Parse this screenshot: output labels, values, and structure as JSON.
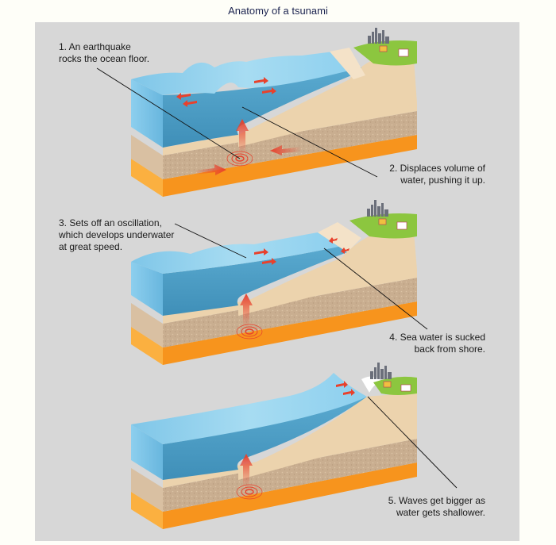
{
  "title": "Anatomy of a tsunami",
  "steps": [
    {
      "number": "1.",
      "text": "An earthquake\nrocks the ocean floor."
    },
    {
      "number": "2.",
      "text": "Displaces volume of\nwater, pushing it up."
    },
    {
      "number": "3.",
      "text": "Sets off an oscillation,\nwhich develops underwater\nat great speed."
    },
    {
      "number": "4.",
      "text": "Sea water is sucked\nback from shore."
    },
    {
      "number": "5.",
      "text": "Waves get bigger as\nwater gets shallower."
    }
  ],
  "colors": {
    "panel": "#d7d7d7",
    "water_top": "#8fd0ee",
    "water_side": "#4f9fc4",
    "sand": "#ecd3ad",
    "rock": "#c8ad8e",
    "magma": "#f7941d",
    "arrow": "#e8412c",
    "grass": "#8cc63f"
  },
  "labels_full": {
    "s1": "1. An earthquake\nrocks the ocean floor.",
    "s2": "2. Displaces volume of\nwater, pushing it up.",
    "s3": "3. Sets off an oscillation,\nwhich develops underwater\nat great speed.",
    "s4": "4. Sea water is sucked\nback from shore.",
    "s5": "5. Waves get bigger as\nwater gets shallower."
  }
}
